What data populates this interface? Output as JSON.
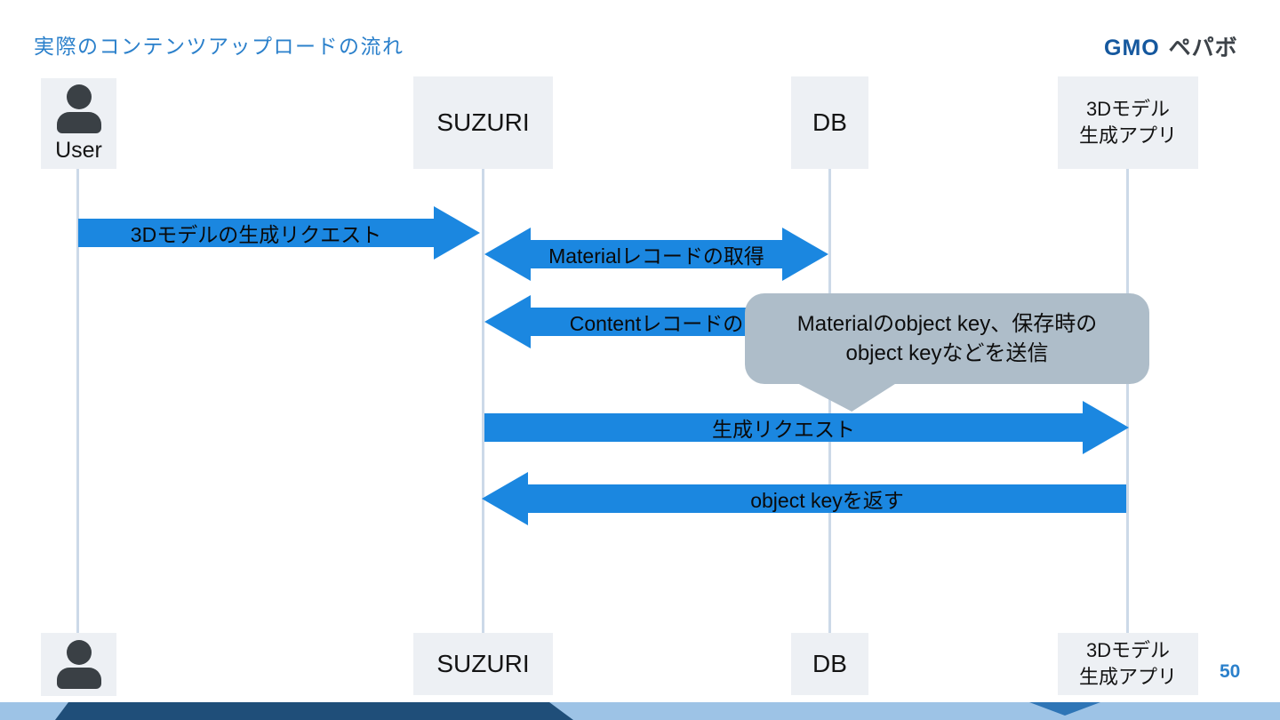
{
  "slide": {
    "title": "実際のコンテンツアップロードの流れ",
    "page_number": "50",
    "logo": {
      "gmo": "GMO",
      "pepabo": "ペパボ"
    }
  },
  "actors": {
    "user": {
      "label": "User",
      "icon": "person-icon"
    },
    "suzuri": {
      "label": "SUZURI"
    },
    "db": {
      "label": "DB"
    },
    "model_app": {
      "line1": "3Dモデル",
      "line2": "生成アプリ"
    }
  },
  "messages": [
    {
      "label": "3Dモデルの生成リクエスト",
      "from": "User",
      "to": "SUZURI",
      "direction": "right"
    },
    {
      "label": "Materialレコードの取得",
      "from": "SUZURI",
      "to": "DB",
      "direction": "both"
    },
    {
      "label": "Contentレコードの",
      "from": "SUZURI",
      "to": "DB",
      "direction": "both",
      "note": "right part hidden behind callout"
    },
    {
      "label": "生成リクエスト",
      "from": "SUZURI",
      "to": "3Dモデル生成アプリ",
      "direction": "right"
    },
    {
      "label": "object keyを返す",
      "from": "3Dモデル生成アプリ",
      "to": "SUZURI",
      "direction": "left"
    }
  ],
  "callout": {
    "line1": "Materialのobject key、保存時の",
    "line2": "object keyなどを送信"
  },
  "colors": {
    "title_blue": "#2b80cb",
    "arrow_blue": "#1b87e0",
    "callout_gray_blue": "#aebdc9",
    "actor_box_fill": "#edf0f4",
    "lifeline": "#ccd9e8",
    "footer_light_blue": "#9dc3e6",
    "footer_navy": "#1f4e79",
    "footer_triangle_blue": "#2e75b6",
    "person_icon": "#3a4045",
    "logo_blue": "#15589e"
  }
}
